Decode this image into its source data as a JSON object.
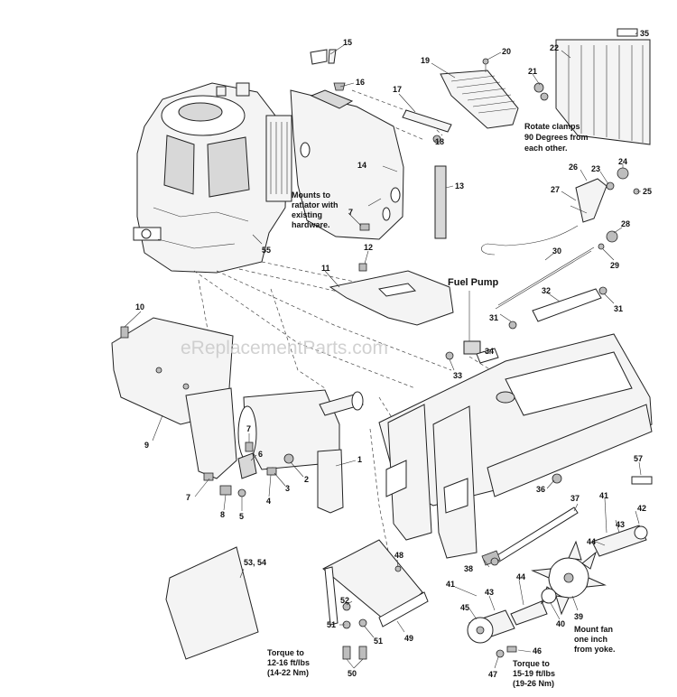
{
  "watermark": "eReplacementParts.com",
  "heading_fuel_pump": "Fuel Pump",
  "notes": {
    "mounts": [
      "Mounts to",
      "ratiator with",
      "existing",
      "hardware."
    ],
    "rotate": [
      "Rotate clamps",
      "90 Degrees from",
      "each other."
    ],
    "torque_a": [
      "Torque to",
      "12-16 ft/lbs",
      "(14-22 Nm)"
    ],
    "torque_b": [
      "Torque to",
      "15-19 ft/lbs",
      "(19-26 Nm)"
    ],
    "fan": [
      "Mount fan",
      "one inch",
      "from yoke."
    ]
  },
  "callouts": {
    "c1": "1",
    "c2": "2",
    "c3": "3",
    "c4": "4",
    "c5": "5",
    "c6": "6",
    "c7a": "7",
    "c7b": "7",
    "c7c": "7",
    "c8": "8",
    "c9": "9",
    "c10": "10",
    "c11": "11",
    "c12": "12",
    "c13": "13",
    "c14": "14",
    "c15": "15",
    "c16": "16",
    "c17": "17",
    "c18": "18",
    "c19": "19",
    "c20": "20",
    "c21": "21",
    "c22": "22",
    "c23": "23",
    "c24": "24",
    "c25": "25",
    "c26": "26",
    "c27": "27",
    "c28": "28",
    "c29": "29",
    "c30": "30",
    "c31a": "31",
    "c31b": "31",
    "c32": "32",
    "c33": "33",
    "c34": "34",
    "c35": "35",
    "c36": "36",
    "c37": "37",
    "c38": "38",
    "c39": "39",
    "c40": "40",
    "c41a": "41",
    "c41b": "41",
    "c42": "42",
    "c43a": "43",
    "c43b": "43",
    "c44a": "44",
    "c44b": "44",
    "c45": "45",
    "c46": "46",
    "c47": "47",
    "c48": "48",
    "c49": "49",
    "c50": "50",
    "c51a": "51",
    "c51b": "51",
    "c52": "52",
    "c53": "53, 54",
    "c55": "55",
    "c57": "57"
  }
}
